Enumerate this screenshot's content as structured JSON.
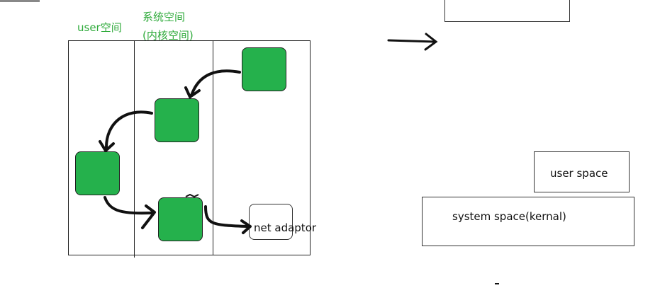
{
  "labels": {
    "user_space_cn": "user空间",
    "system_space_cn_line1": "系统空间",
    "system_space_cn_line2": "(内核空间)",
    "net_adaptor": "net adaptor"
  },
  "right_diagram": {
    "user_space": "user space",
    "system_space": "system space(kernal)"
  },
  "colors": {
    "block_fill": "#25b14c",
    "label_green": "#2eaa3a",
    "ink": "#111111"
  }
}
